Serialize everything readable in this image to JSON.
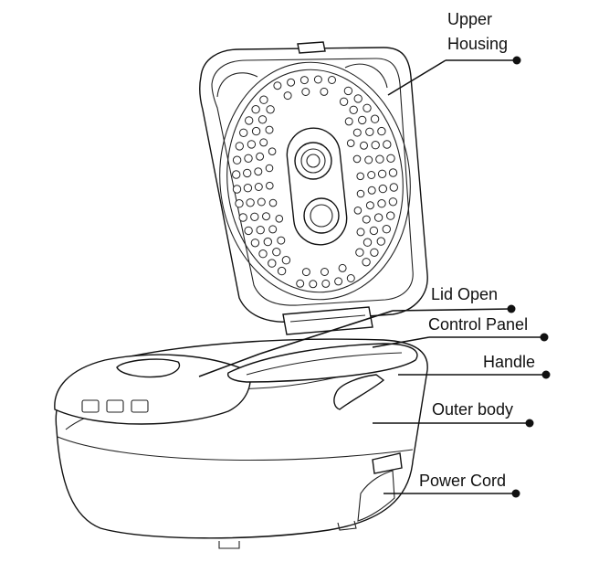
{
  "labels": {
    "upper_housing_line1": "Upper",
    "upper_housing_line2": "Housing",
    "lid_open": "Lid Open",
    "control_panel": "Control Panel",
    "handle": "Handle",
    "outer_body": "Outer body",
    "power_cord": "Power Cord"
  },
  "colors": {
    "ink": "#111111",
    "paper": "#ffffff"
  }
}
